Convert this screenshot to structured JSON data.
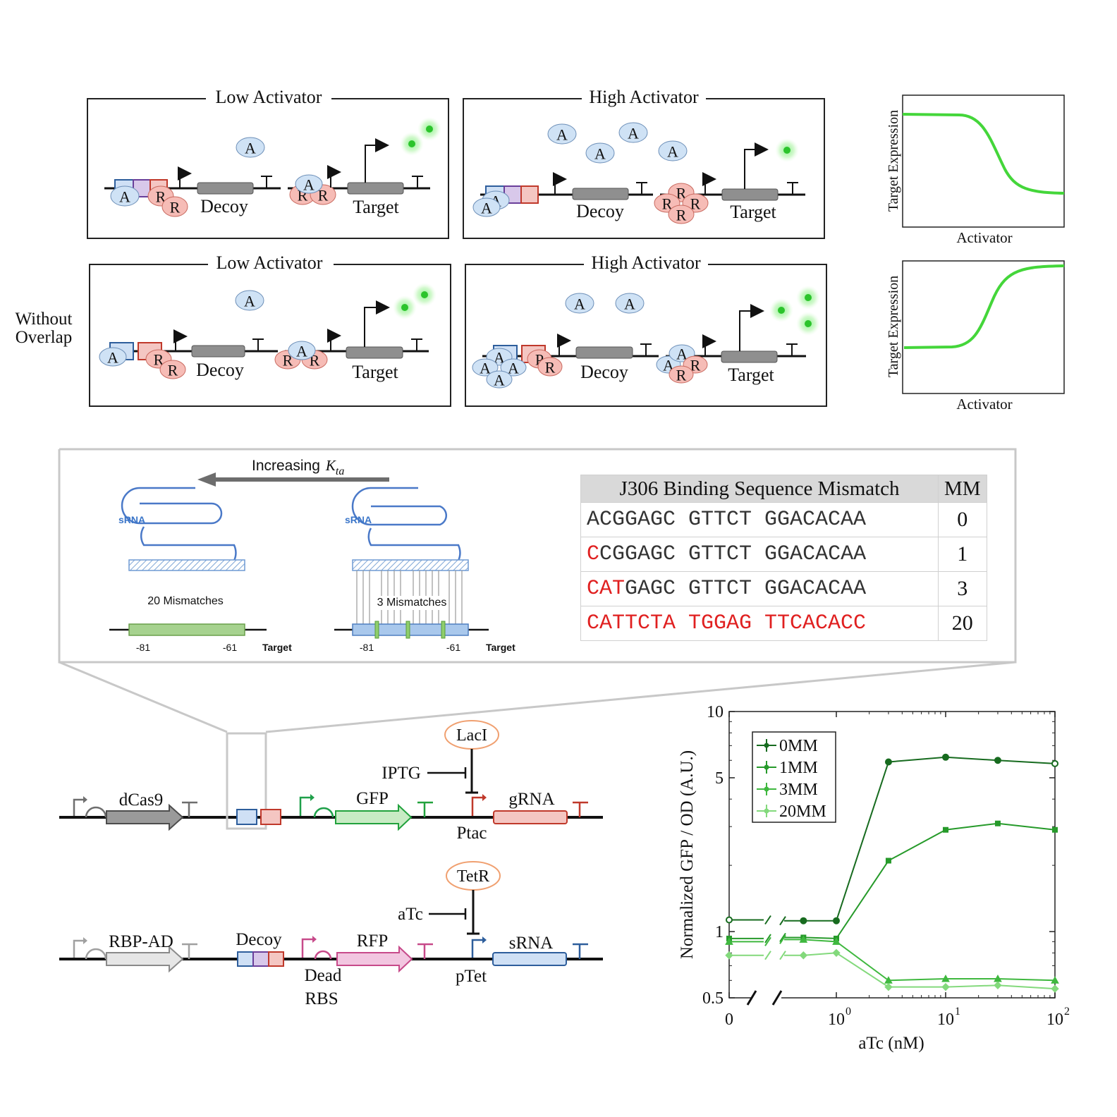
{
  "top_panels": {
    "low_activator": "Low Activator",
    "high_activator": "High Activator",
    "decoy": "Decoy",
    "target": "Target",
    "activator_symbol": "A",
    "repressor_symbol": "R",
    "promoter_symbol": "P",
    "without_overlap": [
      "Without",
      "Overlap"
    ]
  },
  "response_plots": {
    "ylabel": "Target Expression",
    "xlabel": "Activator"
  },
  "inset": {
    "arrow_label": "Increasing",
    "arrow_symbol": "K",
    "arrow_subscript": "ta",
    "srna_label": "sRNA",
    "left_caption": "20 Mismatches",
    "right_caption": "3 Mismatches",
    "pos_start": "-81",
    "pos_end": "-61",
    "target_label": "Target"
  },
  "table": {
    "header_seq": "J306 Binding Sequence Mismatch",
    "header_mm": "MM",
    "rows": [
      {
        "red": "",
        "black": "ACGGAGC GTTCT GGACACAA",
        "mm": "0"
      },
      {
        "red": "C",
        "black": "CGGAGC GTTCT GGACACAA",
        "mm": "1"
      },
      {
        "red": "CAT",
        "black": "GAGC GTTCT GGACACAA",
        "mm": "3"
      },
      {
        "red": "CATTCTA TGGAG TTCACACC",
        "black": "",
        "mm": "20"
      }
    ]
  },
  "circuit": {
    "dcas9": "dCas9",
    "gfp": "GFP",
    "grna": "gRNA",
    "laci": "LacI",
    "iptg": "IPTG",
    "ptac": "Ptac",
    "rbp_ad": "RBP-AD",
    "decoy": "Decoy",
    "rfp": "RFP",
    "srna": "sRNA",
    "tetr": "TetR",
    "atc": "aTc",
    "dead_rbs": [
      "Dead",
      "RBS"
    ],
    "ptet": "pTet"
  },
  "chart_data": {
    "type": "line",
    "xlabel": "aTc (nM)",
    "ylabel": "Normalized GFP / OD (A.U.)",
    "x_scale": "log with break at 0",
    "x": [
      0,
      0.5,
      1,
      3,
      10,
      30,
      100
    ],
    "x_tick_labels": [
      "0",
      "10",
      "10",
      "10"
    ],
    "x_tick_exponents": [
      "",
      "0",
      "1",
      "2"
    ],
    "y_scale": "log",
    "ylim": [
      0.5,
      10
    ],
    "y_tick_labels": [
      "10",
      "5",
      "1",
      "0.5"
    ],
    "legend_position": "top-left",
    "series": [
      {
        "name": "0MM",
        "values": [
          1.13,
          1.12,
          1.12,
          5.9,
          6.2,
          6.0,
          5.8
        ],
        "color": "#176b1f",
        "marker": "o"
      },
      {
        "name": "1MM",
        "values": [
          0.93,
          0.94,
          0.93,
          2.1,
          2.9,
          3.1,
          2.9
        ],
        "color": "#269a2a",
        "marker": "s"
      },
      {
        "name": "3MM",
        "values": [
          0.9,
          0.92,
          0.9,
          0.6,
          0.61,
          0.61,
          0.6
        ],
        "color": "#3fb83f",
        "marker": "^"
      },
      {
        "name": "20MM",
        "values": [
          0.78,
          0.78,
          0.8,
          0.56,
          0.56,
          0.57,
          0.55
        ],
        "color": "#83d97c",
        "marker": "d"
      }
    ]
  }
}
